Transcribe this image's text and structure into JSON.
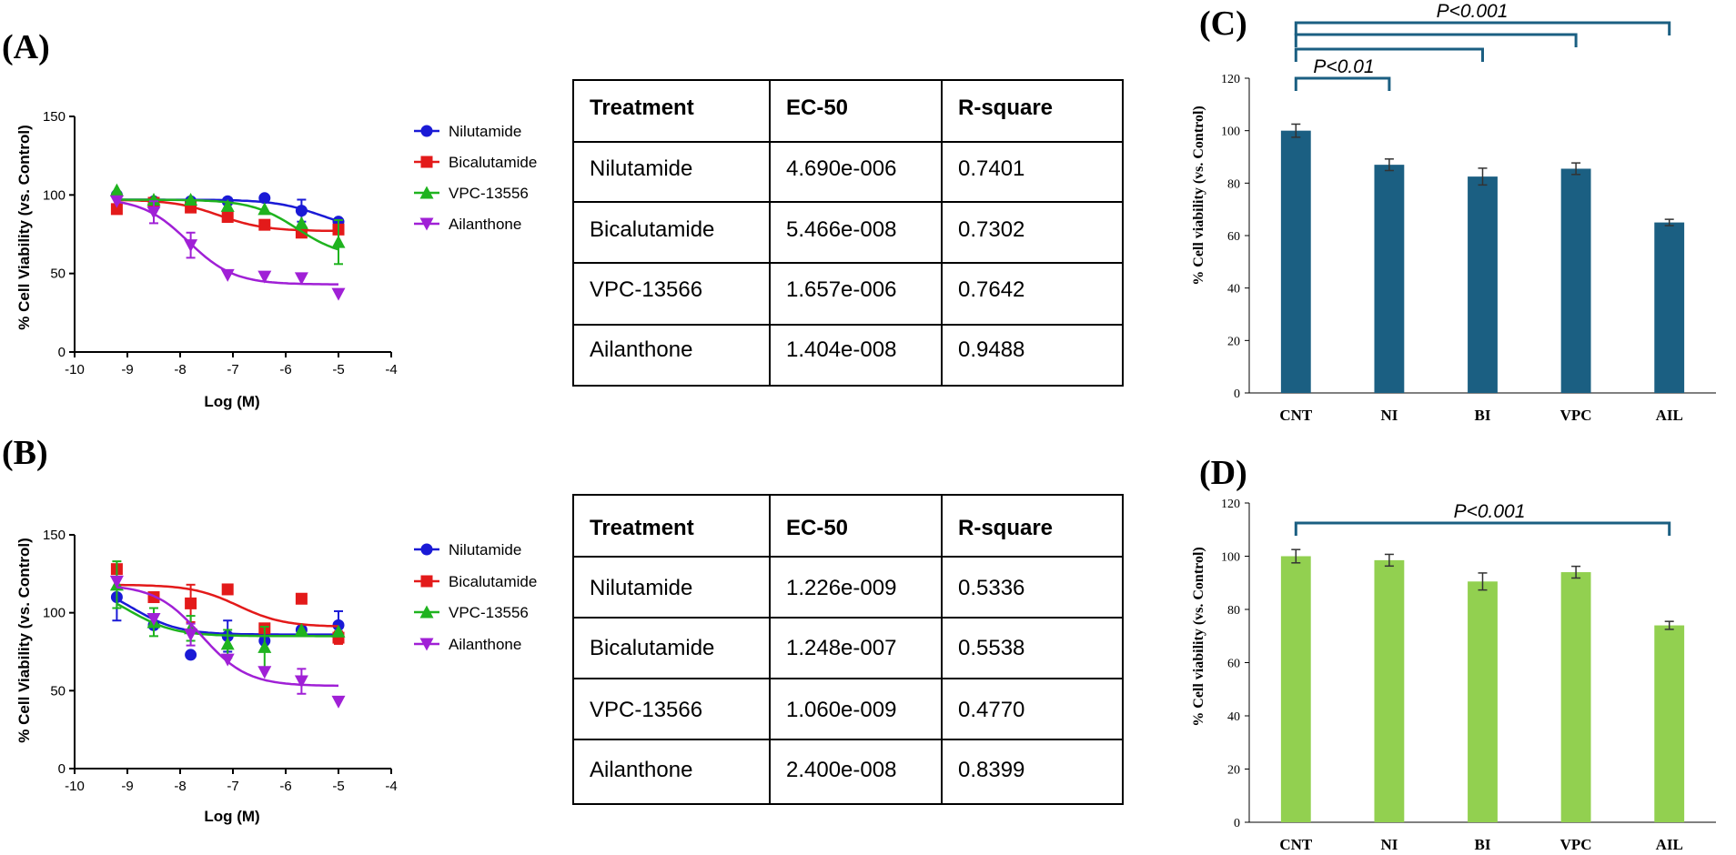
{
  "panels": {
    "A": {
      "label": "(A)",
      "plot": {
        "ylabel": "% Cell Viability (vs. Control)",
        "xlabel": "Log (M)",
        "xticks": [
          "-10",
          "-9",
          "-8",
          "-7",
          "-6",
          "-5",
          "-4"
        ],
        "yticks": [
          "0",
          "50",
          "100",
          "150"
        ]
      },
      "legend": [
        "Nilutamide",
        "Bicalutamide",
        "VPC-13556",
        "Ailanthone"
      ],
      "table": {
        "headers": [
          "Treatment",
          "EC-50",
          "R-square"
        ],
        "rows": [
          [
            "Nilutamide",
            "4.690e-006",
            "0.7401"
          ],
          [
            "Bicalutamide",
            "5.466e-008",
            "0.7302"
          ],
          [
            "VPC-13566",
            "1.657e-006",
            "0.7642"
          ],
          [
            "Ailanthone",
            "1.404e-008",
            "0.9488"
          ]
        ]
      }
    },
    "B": {
      "label": "(B)",
      "plot": {
        "ylabel": "% Cell Viability (vs. Control)",
        "xlabel": "Log (M)",
        "xticks": [
          "-10",
          "-9",
          "-8",
          "-7",
          "-6",
          "-5",
          "-4"
        ],
        "yticks": [
          "0",
          "50",
          "100",
          "150"
        ]
      },
      "legend": [
        "Nilutamide",
        "Bicalutamide",
        "VPC-13556",
        "Ailanthone"
      ],
      "table": {
        "headers": [
          "Treatment",
          "EC-50",
          "R-square"
        ],
        "rows": [
          [
            "Nilutamide",
            "1.226e-009",
            "0.5336"
          ],
          [
            "Bicalutamide",
            "1.248e-007",
            "0.5538"
          ],
          [
            "VPC-13566",
            "1.060e-009",
            "0.4770"
          ],
          [
            "Ailanthone",
            "2.400e-008",
            "0.8399"
          ]
        ]
      }
    },
    "C": {
      "label": "(C)",
      "ylabel": "% Cell viability (vs. Control)",
      "yticks": [
        "0",
        "20",
        "40",
        "60",
        "80",
        "100",
        "120"
      ],
      "categories": [
        "CNT",
        "NI",
        "BI",
        "VPC",
        "AIL"
      ],
      "pvalues": [
        "P<0.001",
        "P<0.01"
      ]
    },
    "D": {
      "label": "(D)",
      "ylabel": "% Cell viability (vs. Control)",
      "yticks": [
        "0",
        "20",
        "40",
        "60",
        "80",
        "100",
        "120"
      ],
      "categories": [
        "CNT",
        "NI",
        "BI",
        "VPC",
        "AIL"
      ],
      "pvalues": [
        "P<0.001"
      ]
    }
  },
  "colors": {
    "nilutamide": "#1a1ad6",
    "bicalutamide": "#e31a1a",
    "vpc": "#1fb31f",
    "ailanthone": "#a020d6",
    "bar_c": "#1b5f82",
    "bar_d": "#92d050",
    "bracket": "#1b5f82"
  },
  "chart_data": [
    {
      "type": "scatter",
      "panel": "A",
      "xlabel": "Log (M)",
      "ylabel": "% Cell Viability (vs. Control)",
      "xlim": [
        -10,
        -4
      ],
      "ylim": [
        0,
        150
      ],
      "x": [
        -9.2,
        -8.5,
        -7.8,
        -7.1,
        -6.4,
        -5.7,
        -5.0
      ],
      "series": [
        {
          "name": "Nilutamide",
          "marker": "circle",
          "values": [
            100,
            96,
            96,
            96,
            98,
            90,
            83
          ],
          "err": [
            3,
            3,
            2,
            2,
            2,
            7,
            2
          ],
          "fit": {
            "top": 97,
            "bottom": 77,
            "logec50": -5.33
          }
        },
        {
          "name": "Bicalutamide",
          "marker": "square",
          "values": [
            91,
            95,
            92,
            86,
            81,
            76,
            78
          ],
          "err": [
            3,
            2,
            2,
            2,
            2,
            2,
            3
          ],
          "fit": {
            "top": 97,
            "bottom": 77,
            "logec50": -7.26
          }
        },
        {
          "name": "VPC-13556",
          "marker": "triangle-up",
          "values": [
            103,
            97,
            97,
            93,
            91,
            82,
            70
          ],
          "err": [
            3,
            2,
            2,
            2,
            2,
            3,
            14
          ],
          "fit": {
            "top": 97,
            "bottom": 60,
            "logec50": -5.78
          }
        },
        {
          "name": "Ailanthone",
          "marker": "triangle-down",
          "values": [
            96,
            89,
            68,
            49,
            48,
            47,
            37
          ],
          "err": [
            3,
            7,
            8,
            2,
            2,
            2,
            2
          ],
          "fit": {
            "top": 98,
            "bottom": 43,
            "logec50": -7.85
          }
        }
      ]
    },
    {
      "type": "scatter",
      "panel": "B",
      "xlabel": "Log (M)",
      "ylabel": "% Cell Viability (vs. Control)",
      "xlim": [
        -10,
        -4
      ],
      "ylim": [
        0,
        150
      ],
      "x": [
        -9.2,
        -8.5,
        -7.8,
        -7.1,
        -6.4,
        -5.7,
        -5.0
      ],
      "series": [
        {
          "name": "Nilutamide",
          "marker": "circle",
          "values": [
            110,
            92,
            73,
            85,
            82,
            89,
            92
          ],
          "err": [
            15,
            3,
            2,
            10,
            7,
            2,
            9
          ],
          "fit": {
            "top": 120,
            "bottom": 86,
            "logec50": -8.9
          }
        },
        {
          "name": "Bicalutamide",
          "marker": "square",
          "values": [
            128,
            110,
            106,
            115,
            90,
            109,
            84
          ],
          "err": [
            2,
            2,
            12,
            2,
            2,
            2,
            4
          ],
          "fit": {
            "top": 118,
            "bottom": 91,
            "logec50": -6.9
          }
        },
        {
          "name": "VPC-13556",
          "marker": "triangle-up",
          "values": [
            118,
            94,
            90,
            80,
            78,
            89,
            88
          ],
          "err": [
            15,
            9,
            8,
            9,
            13,
            2,
            3
          ],
          "fit": {
            "top": 118,
            "bottom": 85,
            "logec50": -8.97
          }
        },
        {
          "name": "Ailanthone",
          "marker": "triangle-down",
          "values": [
            120,
            96,
            86,
            70,
            62,
            56,
            43
          ],
          "err": [
            2,
            3,
            7,
            3,
            2,
            8,
            2
          ],
          "fit": {
            "top": 118,
            "bottom": 53,
            "logec50": -7.6
          }
        }
      ]
    },
    {
      "type": "bar",
      "panel": "C",
      "ylabel": "% Cell viability (vs. Control)",
      "ylim": [
        0,
        120
      ],
      "categories": [
        "CNT",
        "NI",
        "BI",
        "VPC",
        "AIL"
      ],
      "values": [
        100,
        87,
        82.5,
        85.5,
        65
      ],
      "err": [
        2.5,
        2.2,
        3.2,
        2.2,
        1.2
      ],
      "annotations": [
        {
          "text": "P<0.01",
          "from": "CNT",
          "to": "NI"
        },
        {
          "text": "",
          "from": "CNT",
          "to": "BI"
        },
        {
          "text": "",
          "from": "CNT",
          "to": "VPC"
        },
        {
          "text": "P<0.001",
          "from": "CNT",
          "to": "AIL"
        }
      ]
    },
    {
      "type": "bar",
      "panel": "D",
      "ylabel": "% Cell viability (vs. Control)",
      "ylim": [
        0,
        120
      ],
      "categories": [
        "CNT",
        "NI",
        "BI",
        "VPC",
        "AIL"
      ],
      "values": [
        100,
        98.5,
        90.5,
        94,
        74
      ],
      "err": [
        2.5,
        2.2,
        3.2,
        2.2,
        1.5
      ],
      "annotations": [
        {
          "text": "P<0.001",
          "from": "CNT",
          "to": "AIL"
        }
      ]
    }
  ]
}
